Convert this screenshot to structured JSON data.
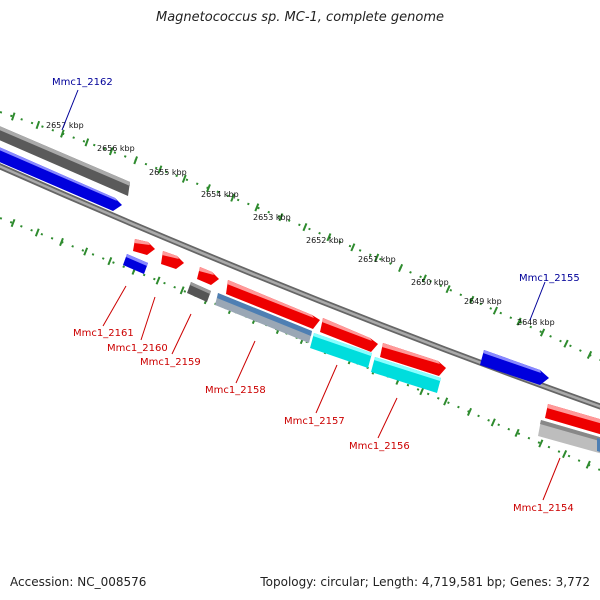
{
  "title": "Magnetococcus sp. MC-1, complete genome",
  "footer": {
    "accession": "Accession: NC_008576",
    "summary": "Topology: circular; Length: 4,719,581 bp; Genes: 3,772"
  },
  "colors": {
    "backbone": "#888888",
    "tick": "#2e8b2e",
    "forward_cds": "#ff0000",
    "reverse_cds": "#0000ee",
    "rna": "#00eeee",
    "gray_feature": "#666666",
    "blue_label": "#000099",
    "red_label": "#cc0000"
  },
  "scale": {
    "unit": "kbp",
    "labels": [
      "2657 kbp",
      "2656 kbp",
      "2655 kbp",
      "2654 kbp",
      "2653 kbp",
      "2652 kbp",
      "2651 kbp",
      "2650 kbp",
      "2649 kbp",
      "2648 kbp"
    ]
  },
  "genes": [
    {
      "name": "Mmc1_2162",
      "color": "blue"
    },
    {
      "name": "Mmc1_2161",
      "color": "red"
    },
    {
      "name": "Mmc1_2160",
      "color": "red"
    },
    {
      "name": "Mmc1_2159",
      "color": "red"
    },
    {
      "name": "Mmc1_2158",
      "color": "red"
    },
    {
      "name": "Mmc1_2157",
      "color": "red"
    },
    {
      "name": "Mmc1_2156",
      "color": "red"
    },
    {
      "name": "Mmc1_2155",
      "color": "blue"
    },
    {
      "name": "Mmc1_2154",
      "color": "red"
    }
  ]
}
